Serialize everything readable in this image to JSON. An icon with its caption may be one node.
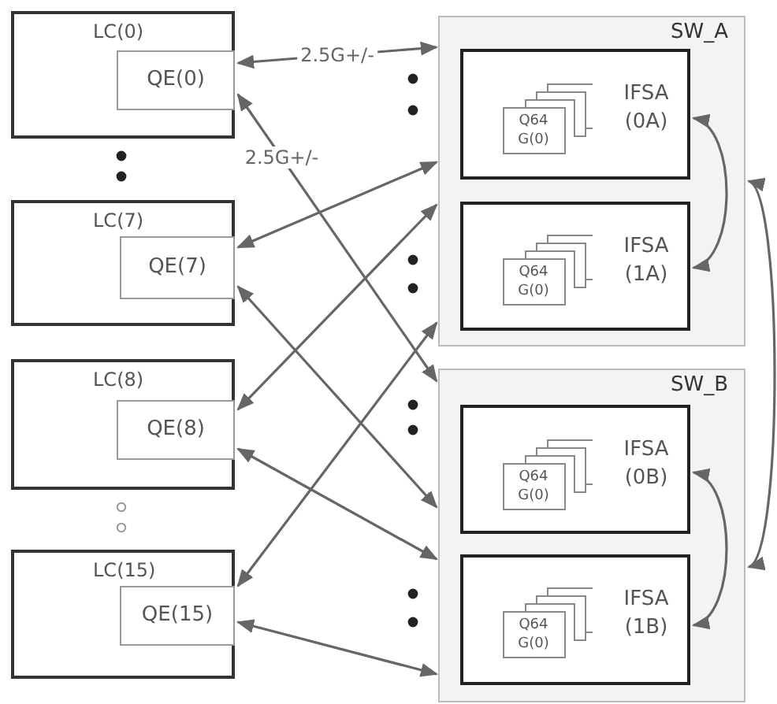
{
  "diagram": {
    "nodes": [
      {
        "text": [
          "LC(0)"
        ]
      },
      {
        "text": [
          "QE(0)"
        ],
        "in": 0
      },
      {
        "text": [
          "LC(7)"
        ]
      },
      {
        "text": [
          "QE(7)"
        ],
        "in": 2
      },
      {
        "text": [
          "LC(8)"
        ]
      },
      {
        "text": [
          "QE(8)"
        ],
        "in": 4
      },
      {
        "text": [
          "LC(15)"
        ]
      },
      {
        "text": [
          "QE(15)"
        ],
        "in": 6
      },
      {
        "text": [
          "SW_A"
        ]
      },
      {
        "text": [
          "IFSA (0A)"
        ],
        "in": 8
      },
      {
        "text": [
          "Q64 G(0)"
        ],
        "in": 9
      },
      {
        "text": [
          "IFSA (1A)"
        ],
        "in": 8
      },
      {
        "text": [
          "Q64 G(0)"
        ],
        "in": 11
      },
      {
        "text": [
          "SW_B"
        ]
      },
      {
        "text": [
          "IFSA (0B)"
        ],
        "in": 13
      },
      {
        "text": [
          "Q64 G(0)"
        ],
        "in": 14
      },
      {
        "text": [
          "IFSA (1B)"
        ],
        "in": 13
      },
      {
        "text": [
          "Q64 G(0)"
        ],
        "in": 16
      }
    ],
    "edges": [
      {
        "from": 1,
        "to": 8,
        "arrow": "both",
        "label": "2.5G+/-"
      },
      {
        "from": 1,
        "to": 13,
        "arrow": "both",
        "label": "2.5G+/-"
      },
      {
        "from": 3,
        "to": 8,
        "arrow": "both"
      },
      {
        "from": 3,
        "to": 13,
        "arrow": "both"
      },
      {
        "from": 5,
        "to": 8,
        "arrow": "both"
      },
      {
        "from": 5,
        "to": 13,
        "arrow": "both"
      },
      {
        "from": 7,
        "to": 8,
        "arrow": "both"
      },
      {
        "from": 7,
        "to": 13,
        "arrow": "both"
      },
      {
        "from": 9,
        "to": 11,
        "arrow": "both"
      },
      {
        "from": 14,
        "to": 16,
        "arrow": "both"
      },
      {
        "from": 8,
        "to": 13,
        "arrow": "both"
      }
    ]
  }
}
